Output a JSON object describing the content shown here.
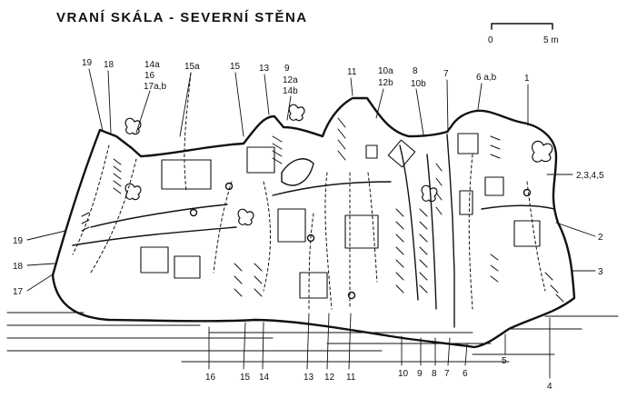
{
  "title": "VRANÍ SKÁLA - SEVERNÍ STĚNA",
  "scale": {
    "start": "0",
    "end": "5 m"
  },
  "top_labels": [
    "19",
    "18",
    "14a",
    "16",
    "17a,b",
    "15a",
    "15",
    "13",
    "9",
    "12a",
    "14b",
    "11",
    "10a",
    "12b",
    "8",
    "10b",
    "7",
    "6 a,b",
    "1"
  ],
  "right_labels": [
    "2,3,4,5",
    "2",
    "3"
  ],
  "left_labels": [
    "19",
    "18",
    "17"
  ],
  "bottom_labels": [
    "16",
    "15",
    "14",
    "13",
    "12",
    "11",
    "10",
    "9",
    "8",
    "7",
    "6",
    "5",
    "4"
  ]
}
